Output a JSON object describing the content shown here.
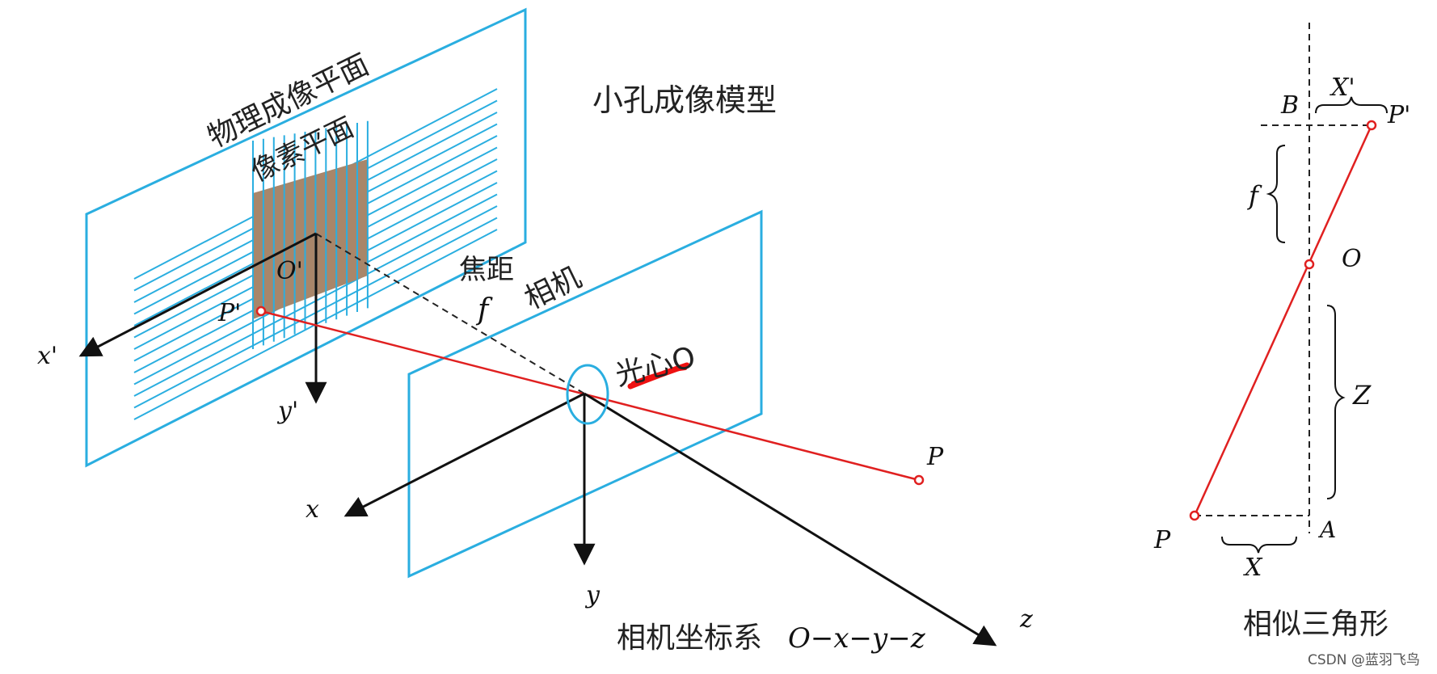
{
  "colors": {
    "plane": "#2aaee0",
    "ray": "#e02020",
    "axis": "#111111",
    "pixel_fill": "#a8866a",
    "highlight": "#ee1111"
  },
  "left_diagram": {
    "title": "小孔成像模型",
    "physical_plane_label": "物理成像平面",
    "pixel_plane_label": "像素平面",
    "focal_label": "焦距",
    "focal_symbol": "f",
    "camera_label": "相机",
    "optical_center_label": "光心O",
    "origin_prime": "O'",
    "image_point": "P'",
    "object_point": "P",
    "axis_x_prime": "x'",
    "axis_y_prime": "y'",
    "axis_x": "x",
    "axis_y": "y",
    "axis_z": "z",
    "coord_system_prefix": "相机坐标系",
    "coord_system_formula": "O−x−y−z"
  },
  "right_diagram": {
    "point_B": "B",
    "point_P_prime": "P'",
    "segment_X_prime": "X'",
    "focal_symbol": "f",
    "point_O": "O",
    "segment_Z": "Z",
    "point_P": "P",
    "point_A": "A",
    "segment_X": "X",
    "caption": "相似三角形"
  },
  "watermark": "CSDN @蓝羽飞鸟"
}
